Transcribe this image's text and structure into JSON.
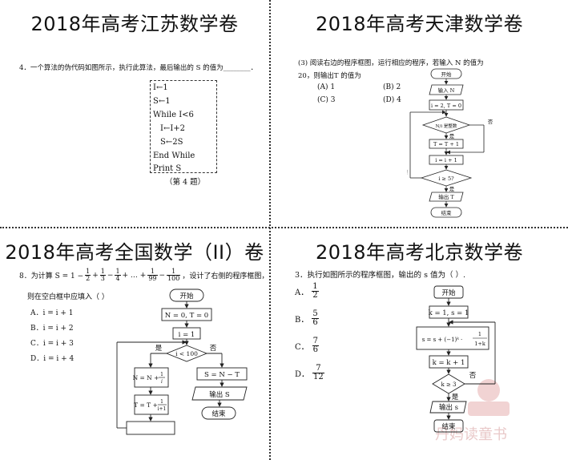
{
  "jiangsu": {
    "title": "2018年高考江苏数学卷",
    "question": "4．一个算法的伪代码如图所示，执行此算法，最后输出的 S 的值为________．",
    "code": [
      "I←1",
      "S←1",
      "While  I<6",
      "I←I+2",
      "S←2S",
      "End  While",
      "Print  S"
    ],
    "caption": "（第 4 题）"
  },
  "tianjin": {
    "title": "2018年高考天津数学卷",
    "question_line1": "(3)  阅读右边的程序框图，运行相应的程序，若输入 N 的值为",
    "question_line2": "20，则输出T 的值为",
    "options": [
      "(A) 1",
      "(B) 2",
      "(C) 3",
      "(D) 4"
    ],
    "flow": {
      "start": "开始",
      "input": "输入 N",
      "init": "i = 2, T = 0",
      "decision1": "N/i 是整数",
      "yes": "是",
      "no": "否",
      "update_T": "T = T + 1",
      "update_i": "i = i + 1",
      "decision2": "i ≥ 5?",
      "no2": "否",
      "yes2": "是",
      "output": "输出 T",
      "end": "结束"
    }
  },
  "national2": {
    "title": "2018年高考全国数学（II）卷",
    "question_line1_pre": "8．为计算 S = 1 −",
    "question_line1_post": "，设计了右侧的程序框图，",
    "question_line2": "则在空白框中应填入（     ）",
    "options": [
      "A．i = i + 1",
      "B．i = i + 2",
      "C．i = i + 3",
      "D．i = i + 4"
    ],
    "flow": {
      "start": "开始",
      "init": "N = 0, T = 0",
      "i1": "i = 1",
      "cond": "i < 100",
      "yes": "是",
      "no": "否",
      "updN": "N = N +",
      "updT": "T = T +",
      "calcS": "S = N − T",
      "output": "输出 S",
      "end": "结束"
    }
  },
  "beijing": {
    "title": "2018年高考北京数学卷",
    "question": "3．执行如图所示的程序框图，输出的 s 值为（       ）.",
    "options": [
      {
        "letter": "A．",
        "num": "1",
        "den": "2"
      },
      {
        "letter": "B．",
        "num": "5",
        "den": "6"
      },
      {
        "letter": "C．",
        "num": "7",
        "den": "6"
      },
      {
        "letter": "D．",
        "num": "7",
        "den": "12"
      }
    ],
    "flow": {
      "start": "开始",
      "init": "k = 1, s = 1",
      "update_s": "s = s + (−1)ᵏ ·",
      "update_k": "k = k + 1",
      "cond": "k ≥ 3",
      "no": "否",
      "yes": "是",
      "output": "输出 s",
      "end": "结束"
    },
    "watermark": "丹妈读童书"
  }
}
